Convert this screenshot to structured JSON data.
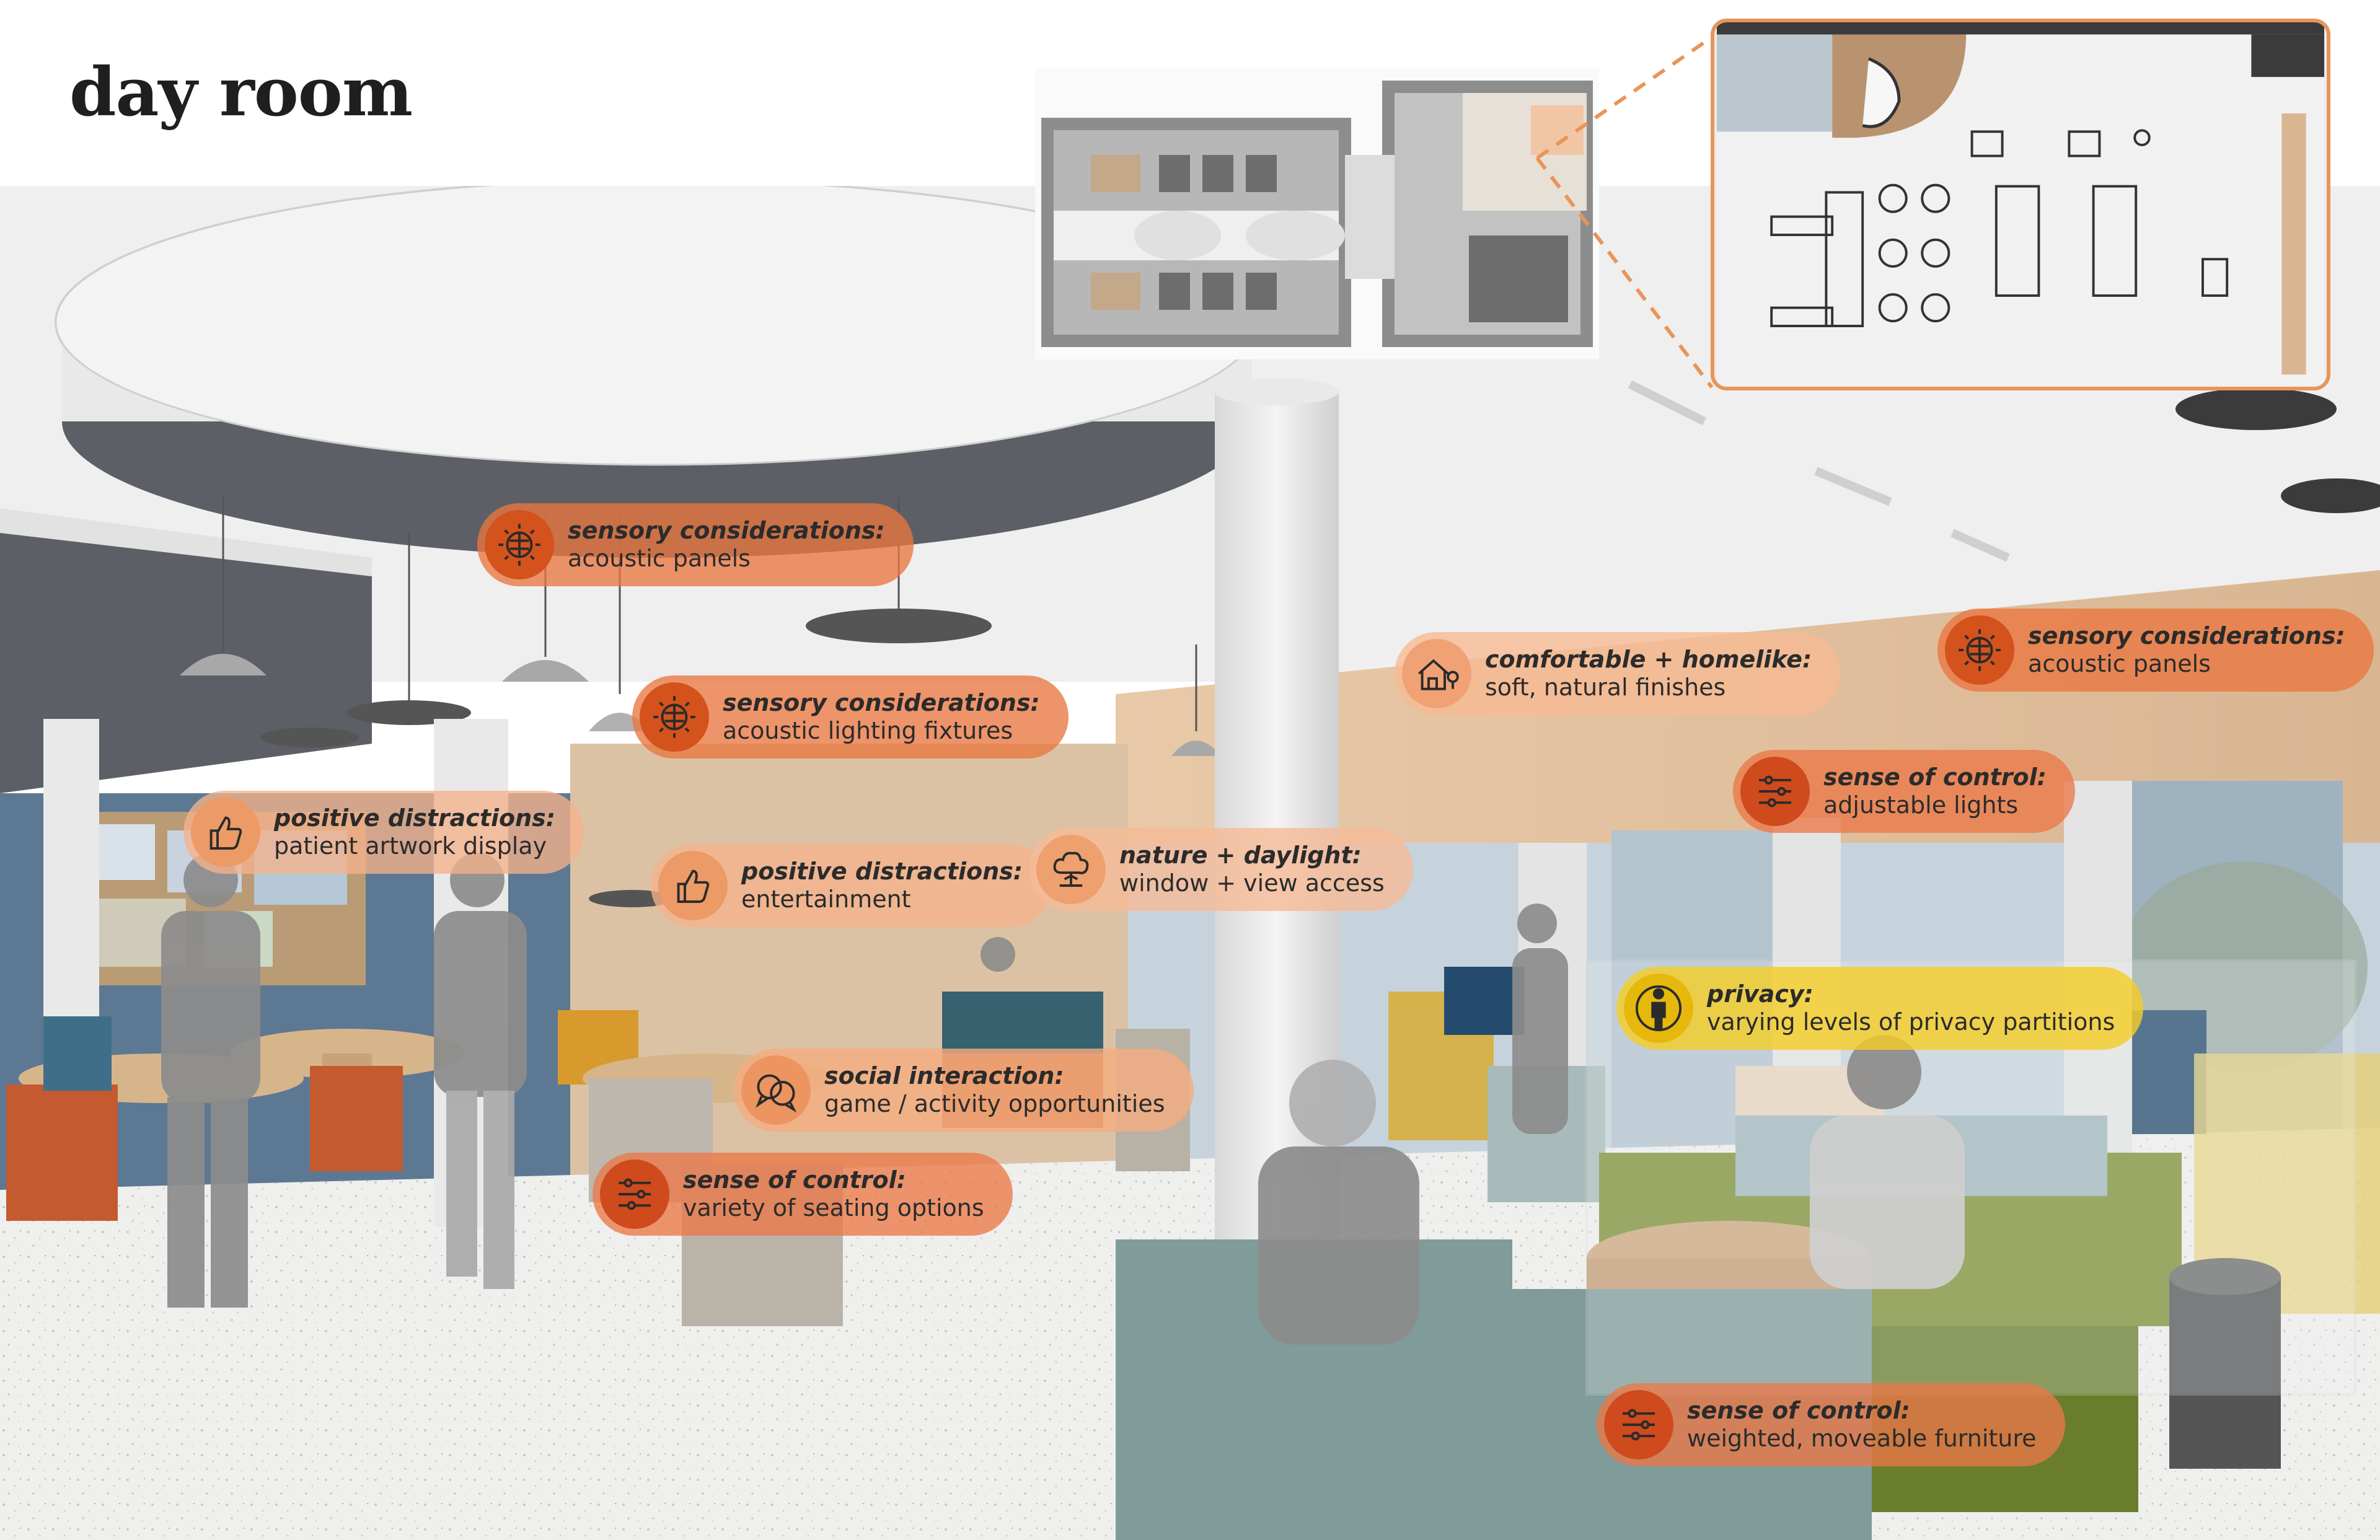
{
  "page": {
    "title": "day room"
  },
  "annotations": [
    {
      "id": "sensory-1",
      "heading": "sensory considerations:",
      "detail": "acoustic panels",
      "icon": "brain-icon",
      "category": "sensory"
    },
    {
      "id": "sensory-2",
      "heading": "sensory considerations:",
      "detail": "acoustic lighting fixtures",
      "icon": "brain-icon",
      "category": "sensory"
    },
    {
      "id": "sensory-3",
      "heading": "sensory considerations:",
      "detail": "acoustic panels",
      "icon": "brain-icon",
      "category": "sensory"
    },
    {
      "id": "homelike",
      "heading": "comfortable + homelike:",
      "detail": "soft, natural finishes",
      "icon": "house-icon",
      "category": "homelike"
    },
    {
      "id": "control-1",
      "heading": "sense of control:",
      "detail": "adjustable lights",
      "icon": "sliders-icon",
      "category": "control"
    },
    {
      "id": "distract-1",
      "heading": "positive distractions:",
      "detail": "patient artwork display",
      "icon": "thumbs-up-icon",
      "category": "distract"
    },
    {
      "id": "distract-2",
      "heading": "positive distractions:",
      "detail": "entertainment",
      "icon": "thumbs-up-icon",
      "category": "distract"
    },
    {
      "id": "nature",
      "heading": "nature + daylight:",
      "detail": "window + view access",
      "icon": "tree-icon",
      "category": "nature"
    },
    {
      "id": "privacy",
      "heading": "privacy:",
      "detail": "varying levels of privacy partitions",
      "icon": "person-icon",
      "category": "privacy"
    },
    {
      "id": "social",
      "heading": "social interaction:",
      "detail": "game / activity opportunities",
      "icon": "chat-bubbles-icon",
      "category": "social"
    },
    {
      "id": "control-2",
      "heading": "sense of control:",
      "detail": "variety of seating options",
      "icon": "sliders-icon",
      "category": "control"
    },
    {
      "id": "control-3",
      "heading": "sense of control:",
      "detail": "weighted, moveable furniture",
      "icon": "sliders-icon",
      "category": "control"
    }
  ],
  "colors": {
    "sensory": "#d4521c",
    "control": "#cf4a1c",
    "distract": "#ec9a66",
    "homelike": "#f0a274",
    "privacy": "#e7b80c",
    "inset_border": "#e8955a"
  }
}
